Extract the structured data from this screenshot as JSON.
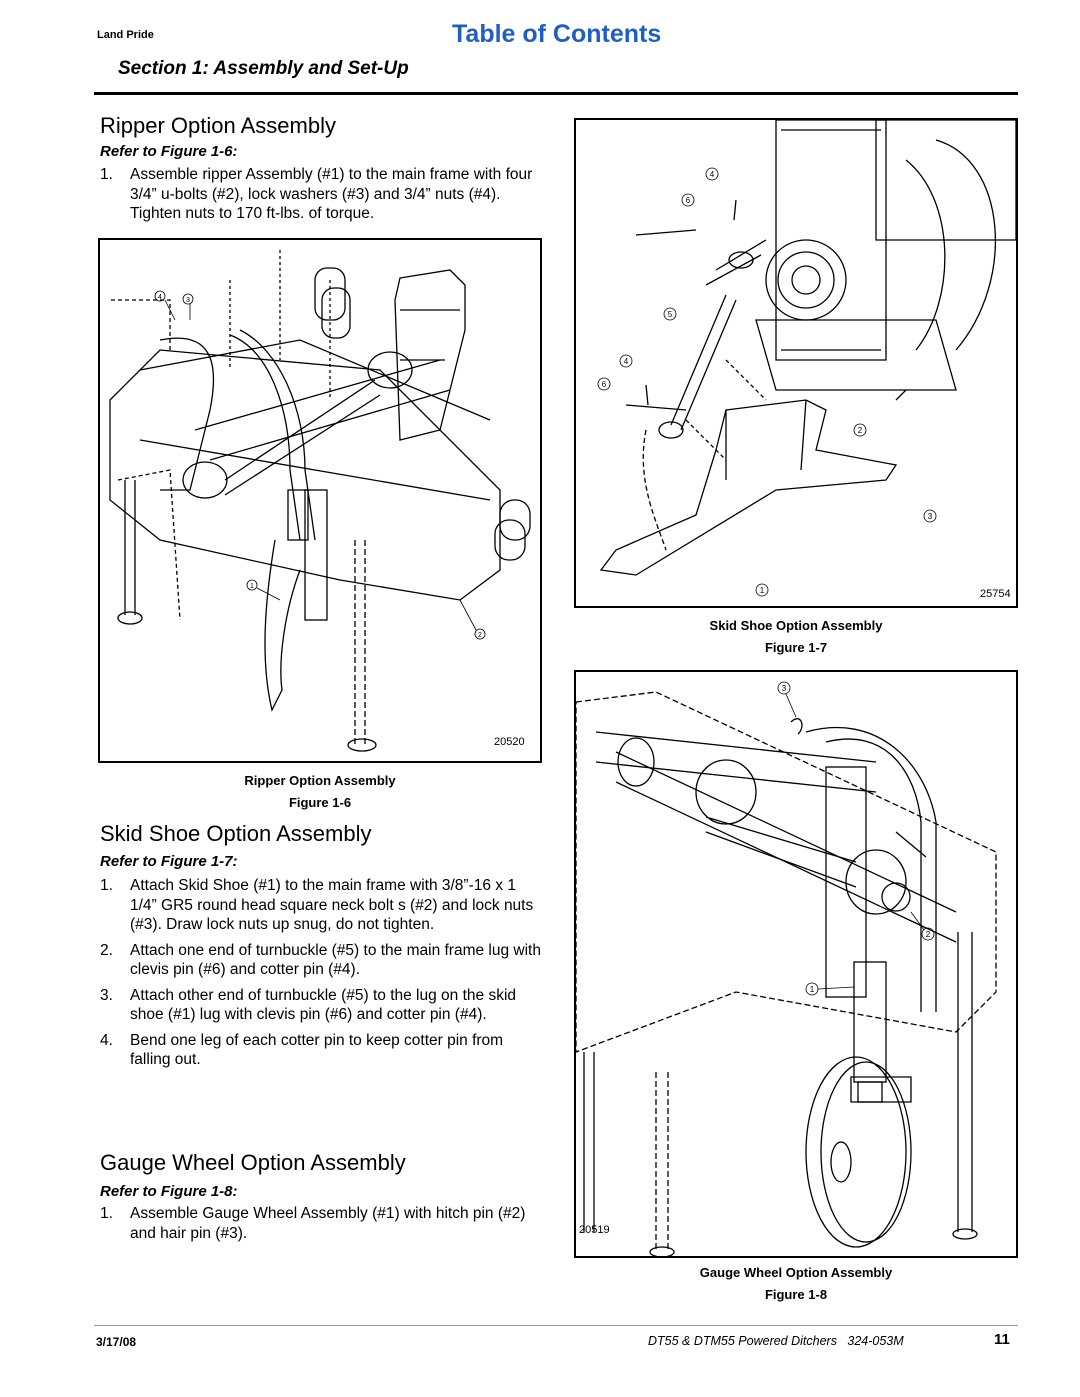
{
  "header": {
    "brand": "Land Pride",
    "toc_link": "Table of Contents",
    "section": "Section 1: Assembly and Set-Up"
  },
  "ripper": {
    "heading": "Ripper Option Assembly",
    "refer": "Refer to Figure 1-6:",
    "steps": [
      {
        "num": "1.",
        "text": "Assemble ripper Assembly (#1) to the main frame with four 3/4” u-bolts (#2), lock washers (#3) and 3/4” nuts (#4). Tighten nuts to 170 ft-lbs. of torque."
      }
    ],
    "figure": {
      "number": "20520",
      "caption": "Ripper Option Assembly",
      "label": "Figure 1-6",
      "callouts": [
        "4",
        "3",
        "1",
        "2"
      ]
    }
  },
  "skid": {
    "heading": "Skid Shoe Option Assembly",
    "refer": "Refer to Figure 1-7:",
    "steps": [
      {
        "num": "1.",
        "text": "Attach Skid Shoe (#1) to the main frame with 3/8”-16 x 1 1/4” GR5 round head square neck bolt s (#2) and lock nuts (#3). Draw lock nuts up snug, do not tighten."
      },
      {
        "num": "2.",
        "text": "Attach one end of turnbuckle (#5) to the main frame lug with clevis pin (#6) and cotter pin (#4)."
      },
      {
        "num": "3.",
        "text": "Attach other end of turnbuckle (#5) to the lug on the skid shoe (#1) lug with clevis pin (#6) and cotter pin (#4)."
      },
      {
        "num": "4.",
        "text": "Bend one leg of each cotter pin to keep cotter pin from falling out."
      }
    ],
    "figure": {
      "number": "25754",
      "caption": "Skid Shoe Option Assembly",
      "label": "Figure 1-7",
      "callouts": [
        "4",
        "6",
        "5",
        "4",
        "6",
        "2",
        "3",
        "1"
      ]
    }
  },
  "gauge": {
    "heading": "Gauge Wheel Option Assembly",
    "refer": "Refer to Figure 1-8:",
    "steps": [
      {
        "num": "1.",
        "text": "Assemble Gauge Wheel Assembly (#1) with hitch pin (#2) and hair pin (#3)."
      }
    ],
    "figure": {
      "number": "20519",
      "caption": "Gauge Wheel Option Assembly",
      "label": "Figure 1-8",
      "callouts": [
        "3",
        "2",
        "1"
      ]
    }
  },
  "footer": {
    "date": "3/17/08",
    "doc": "DT55 & DTM55 Powered Ditchers   324-053M",
    "page": "11"
  }
}
